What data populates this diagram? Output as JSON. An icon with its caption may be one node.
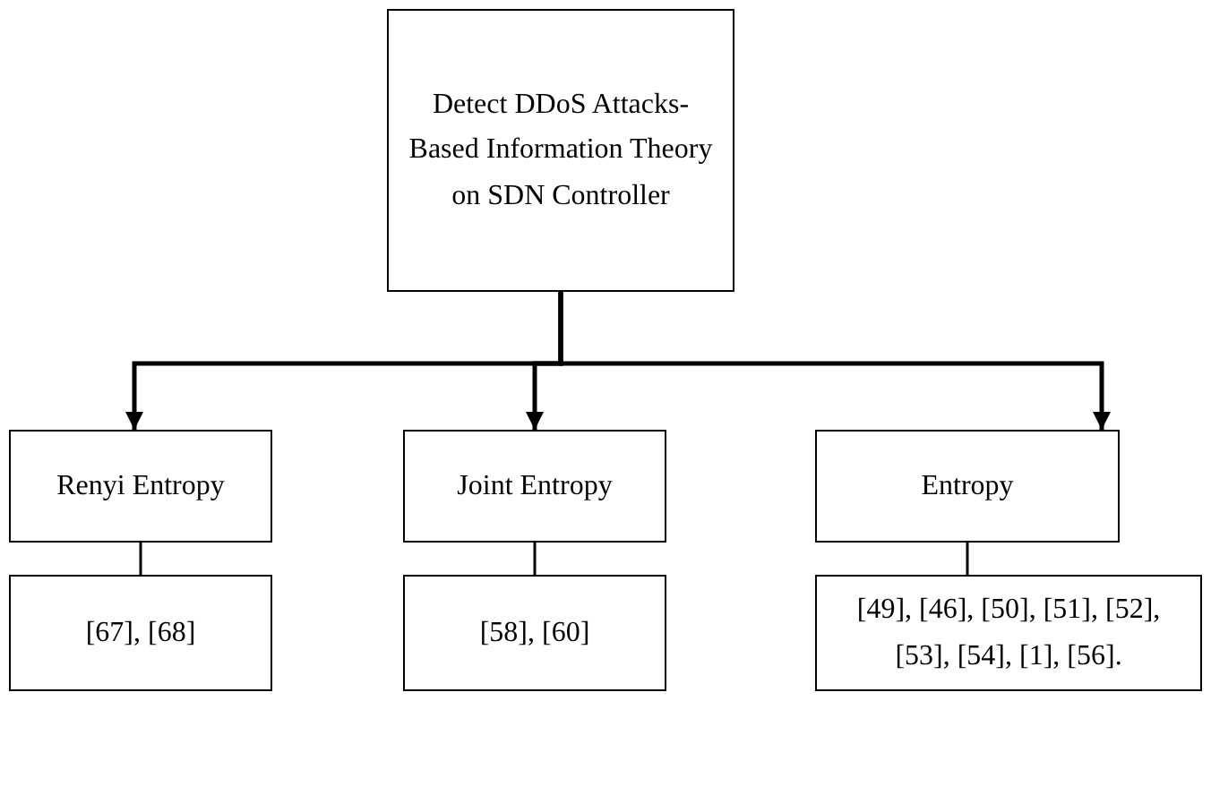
{
  "diagram": {
    "nodes": [
      {
        "text": [
          "Detect DDoS Attacks- Based Information Theory on SDN Controller"
        ]
      },
      {
        "text": [
          "Renyi Entropy"
        ]
      },
      {
        "text": [
          "Joint Entropy"
        ]
      },
      {
        "text": [
          "Entropy"
        ]
      },
      {
        "text": [
          "[67], [68]"
        ]
      },
      {
        "text": [
          "[58], [60]"
        ]
      },
      {
        "text": [
          "[49], [46], [50], [51], [52], [53], [54], [1], [56]."
        ]
      }
    ],
    "edges": [
      {
        "from": 0,
        "to": 1,
        "arrow": "to"
      },
      {
        "from": 0,
        "to": 2,
        "arrow": "to"
      },
      {
        "from": 0,
        "to": 3,
        "arrow": "to"
      },
      {
        "from": 1,
        "to": 4,
        "arrow": "none"
      },
      {
        "from": 2,
        "to": 5,
        "arrow": "none"
      },
      {
        "from": 3,
        "to": 6,
        "arrow": "none"
      }
    ]
  }
}
